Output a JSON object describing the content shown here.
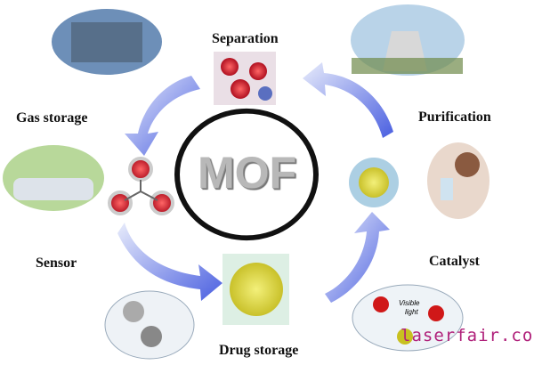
{
  "center": {
    "label": "MOF"
  },
  "applications": [
    {
      "label": "Separation"
    },
    {
      "label": "Gas storage"
    },
    {
      "label": "Purification"
    },
    {
      "label": "Sensor"
    },
    {
      "label": "Catalyst"
    },
    {
      "label": "Drug storage"
    }
  ],
  "catalyst_image_text": [
    "Visible",
    "light"
  ],
  "watermark": "laserfair.com",
  "colors": {
    "arrow": "#5a6fe0",
    "ring": "#111111",
    "watermark": "#b0207a"
  }
}
